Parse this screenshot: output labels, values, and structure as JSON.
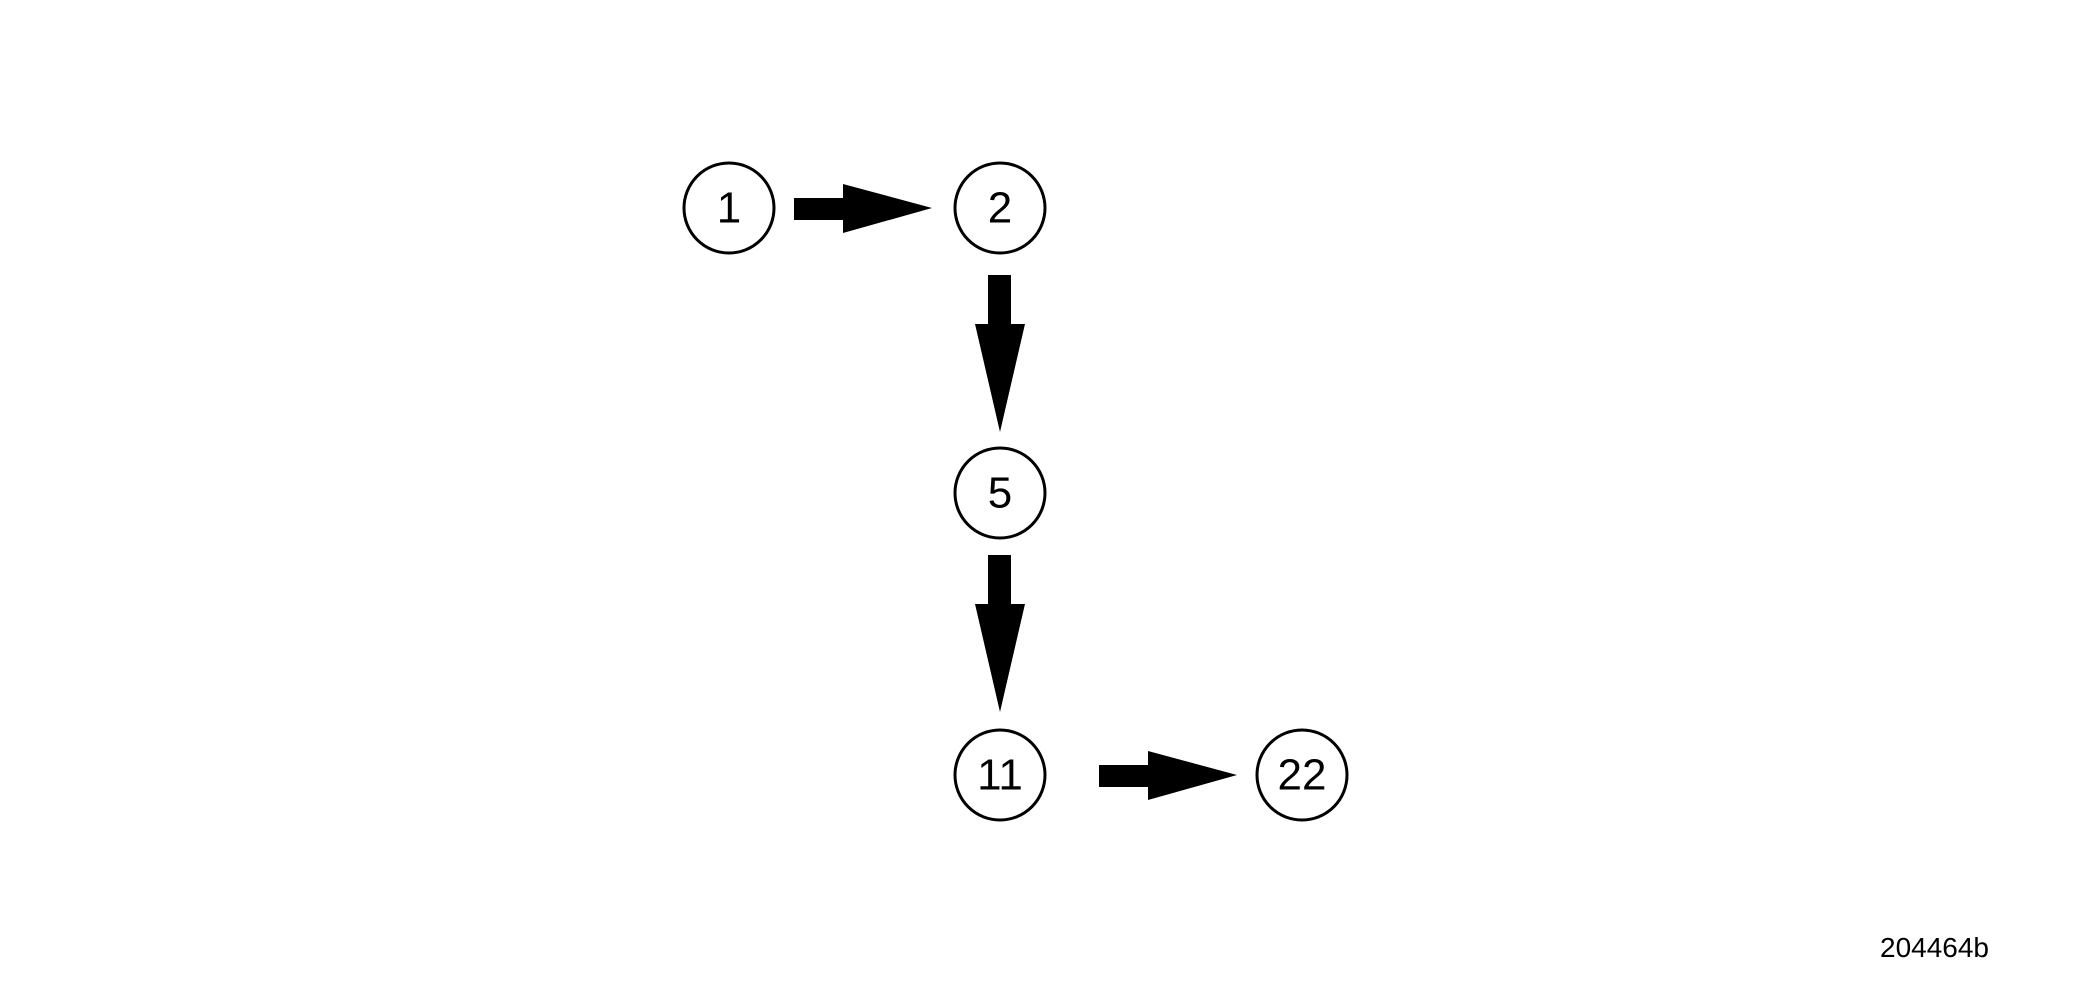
{
  "diagram": {
    "nodes": [
      {
        "id": "n1",
        "label": "1"
      },
      {
        "id": "n2",
        "label": "2"
      },
      {
        "id": "n5",
        "label": "5"
      },
      {
        "id": "n11",
        "label": "11"
      },
      {
        "id": "n22",
        "label": "22"
      }
    ],
    "edges": [
      {
        "from": "n1",
        "to": "n2"
      },
      {
        "from": "n2",
        "to": "n5"
      },
      {
        "from": "n5",
        "to": "n11"
      },
      {
        "from": "n11",
        "to": "n22"
      }
    ],
    "figure_id": "204464b"
  }
}
